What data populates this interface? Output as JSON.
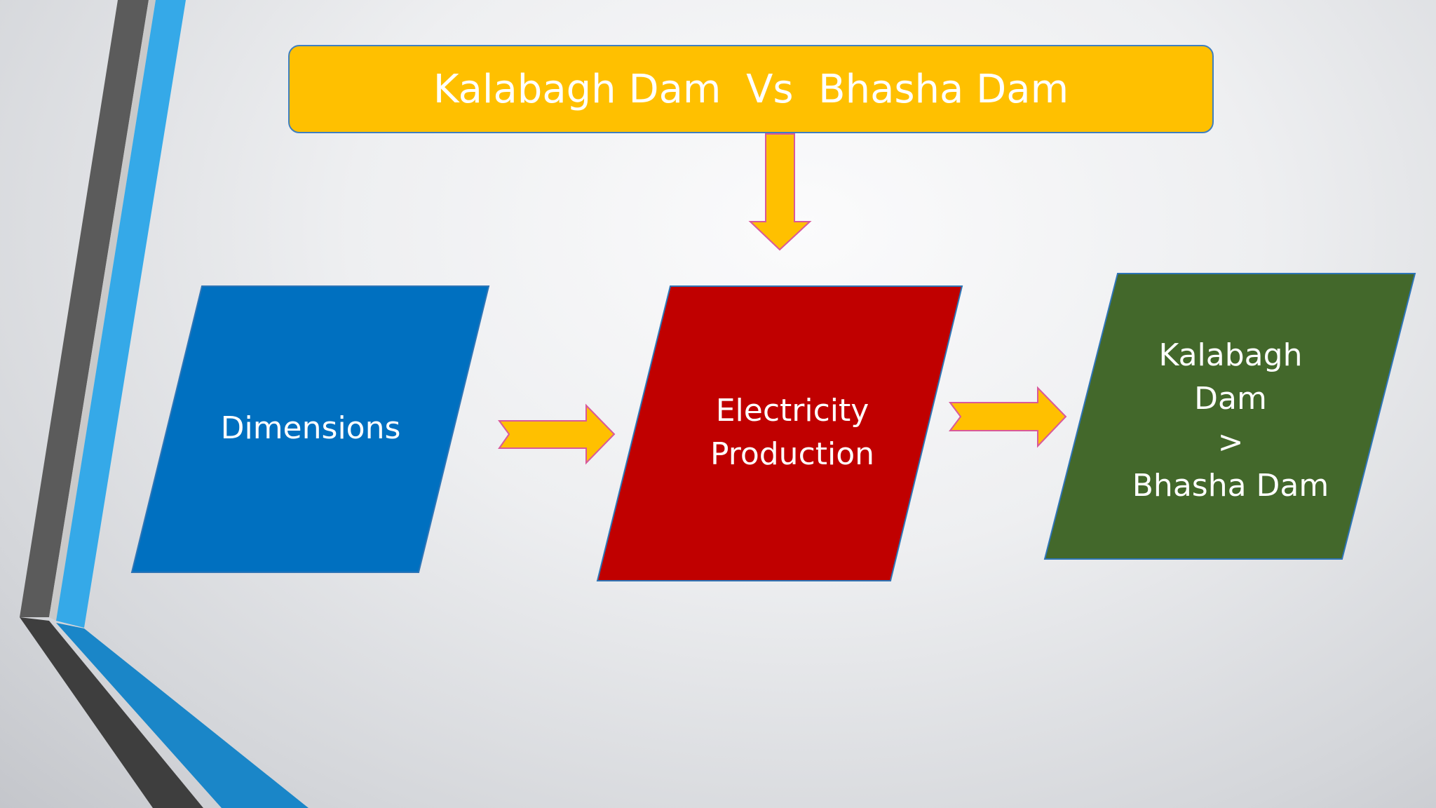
{
  "slide": {
    "title": "Kalabagh Dam  Vs  Bhasha Dam",
    "shapes": [
      {
        "name": "dimensions",
        "lines": [
          "Dimensions"
        ],
        "color": "#0070c0"
      },
      {
        "name": "electricity-production",
        "lines": [
          "Electricity",
          "Production"
        ],
        "color": "#c00000"
      },
      {
        "name": "result",
        "lines": [
          "Kalabagh",
          "Dam",
          ">",
          "Bhasha Dam"
        ],
        "color": "#43682b"
      }
    ]
  },
  "colors": {
    "title_fill": "#ffc000",
    "title_border": "#3f7fbf",
    "arrow_fill": "#ffc000",
    "arrow_outline": "#d9599a",
    "shape_border": "#2e75b6",
    "decor_dark": "#5a5a5a",
    "decor_blue": "#35a9e8"
  }
}
